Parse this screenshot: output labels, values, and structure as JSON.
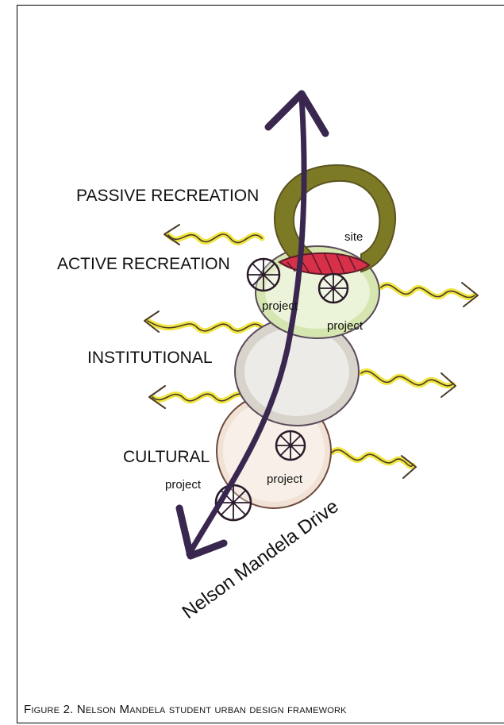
{
  "labels": {
    "passive": "PASSIVE RECREATION",
    "active": "ACTIVE RECREATION",
    "institutional": "INSTITUTIONAL",
    "cultural": "CULTURAL",
    "site": "site",
    "project_1": "project",
    "project_2": "project",
    "project_3": "project",
    "project_4": "project",
    "road": "Nelson Mandela Drive"
  },
  "caption": "Figure 2. Nelson Mandela student urban design framework",
  "colors": {
    "passive": "#7d7a26",
    "active": "#cfe0a4",
    "institutional": "#cdc8bf",
    "cultural": "#e8c9b5",
    "site": "#d9304a",
    "arrow": "#3a2750",
    "wave": "#f0e640"
  }
}
